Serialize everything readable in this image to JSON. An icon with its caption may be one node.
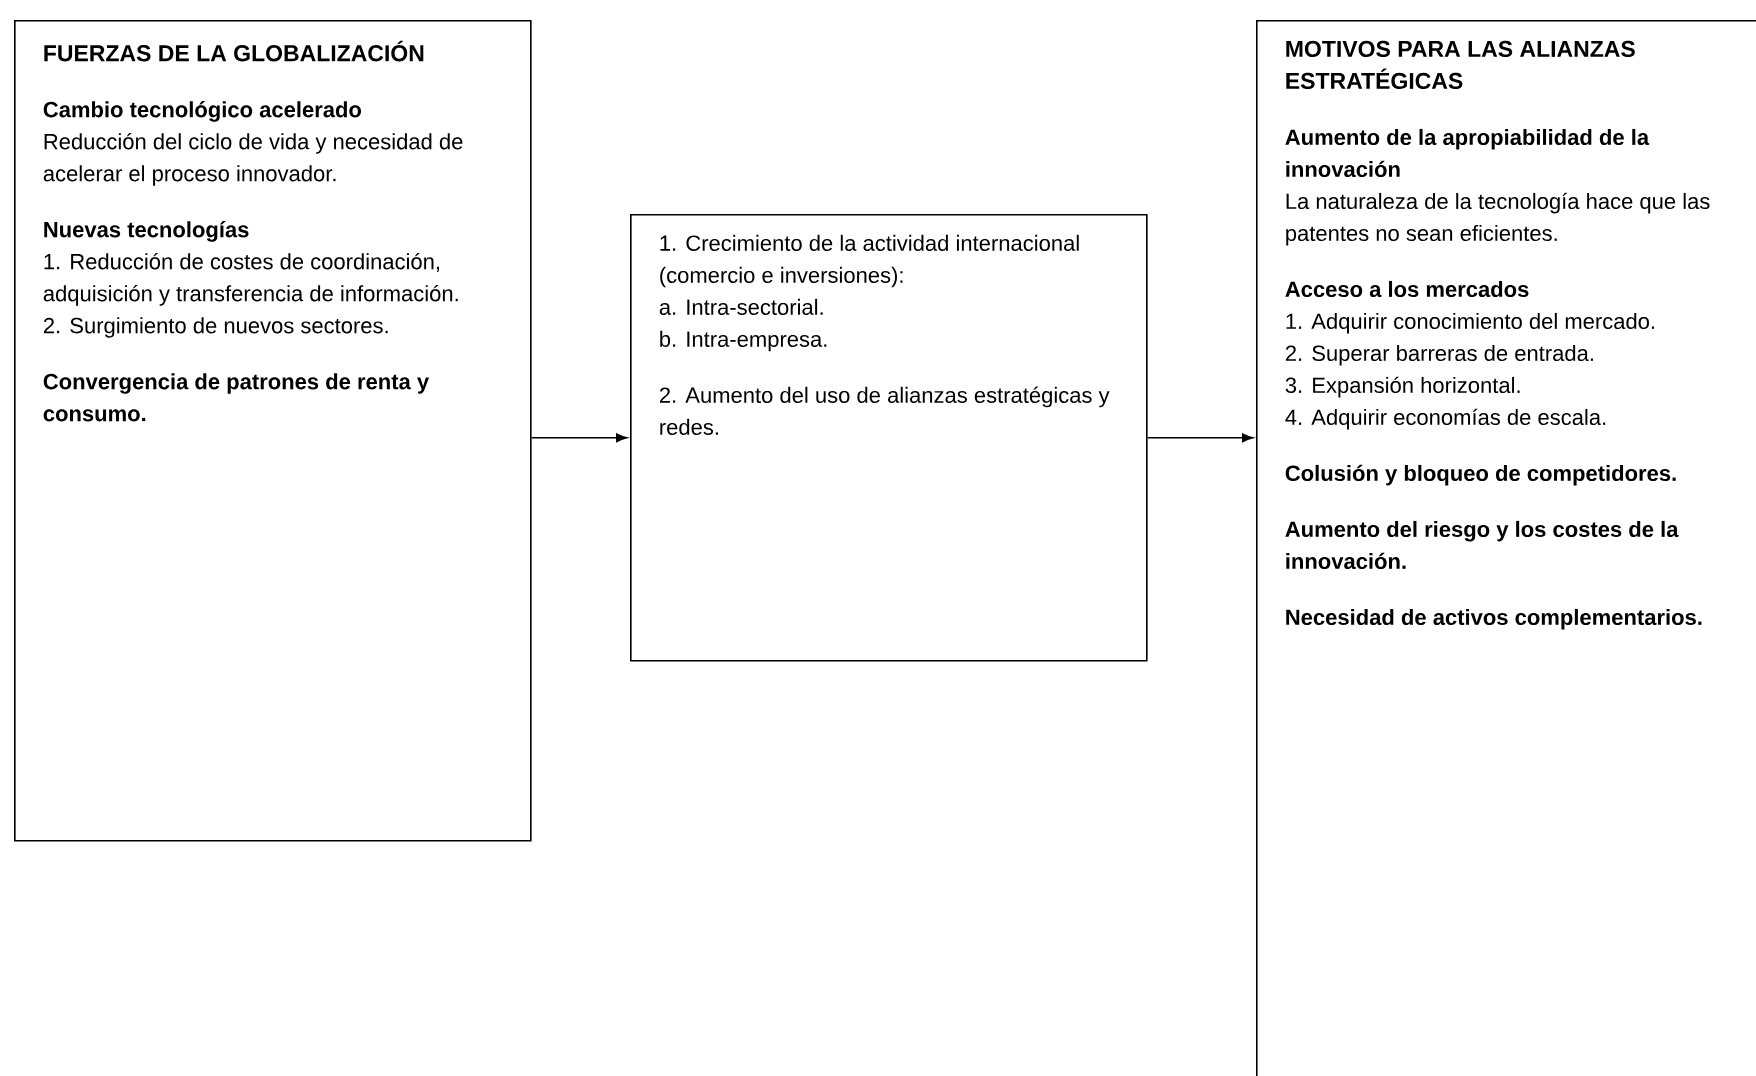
{
  "diagram": {
    "nodes": [
      {
        "text": [
          "FUERZAS DE LA GLOBALIZACIÓN",
          "Cambio tecnológico acelerado",
          "Reducción del ciclo de vida y necesidad de acelerar el proceso innovador.",
          "Nuevas tecnologías",
          "1. Reducción de costes de coordinación, adquisición y transferencia de información.",
          "2. Surgimiento de nuevos sectores.",
          "Convergencia de patrones de renta y consumo."
        ]
      },
      {
        "text": [
          "1. Crecimiento de la actividad internacional (comercio e inversiones):",
          "a. Intra-sectorial.",
          "b. Intra-empresa.",
          "2. Aumento del uso de alianzas estratégicas y redes."
        ]
      },
      {
        "text": [
          "MOTIVOS PARA LAS ALIANZAS ESTRATÉGICAS",
          "Aumento de la apropiabilidad de la innovación",
          "La naturaleza de la tecnología hace que las patentes no sean eficientes.",
          "Acceso a los mercados",
          "1. Adquirir conocimiento del mercado.",
          "2. Superar barreras de entrada.",
          "3. Expansión horizontal.",
          "4. Adquirir economías de escala.",
          "Colusión y bloqueo de competidores.",
          "Aumento del riesgo y los costes de la innovación.",
          "Necesidad de activos complementarios."
        ]
      }
    ],
    "edges": [
      {
        "from": 0,
        "to": 1,
        "arrow": "to"
      },
      {
        "from": 1,
        "to": 2,
        "arrow": "to"
      }
    ]
  }
}
